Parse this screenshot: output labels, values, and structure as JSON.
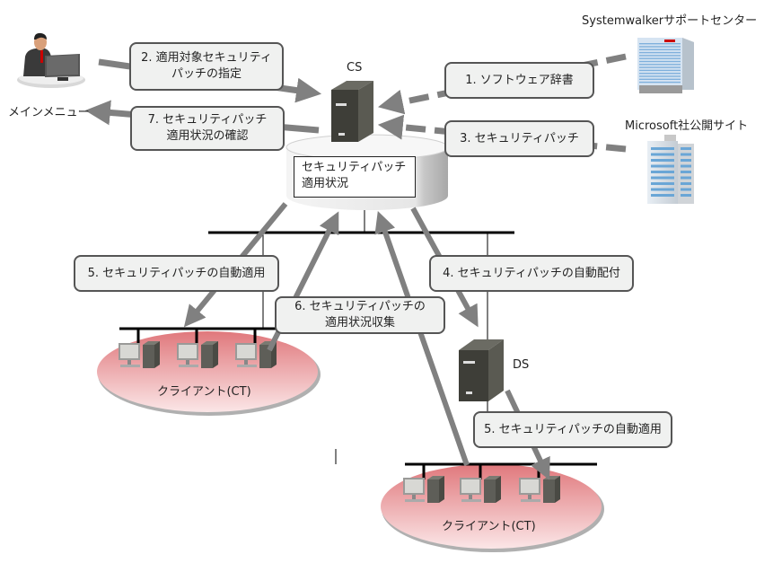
{
  "nodes": {
    "main_menu": {
      "label": "メインメニュー"
    },
    "cs": {
      "label": "CS",
      "database_label_line1": "セキュリティパッチ",
      "database_label_line2": "適用状況"
    },
    "ds": {
      "label": "DS"
    },
    "support_center": {
      "label": "Systemwalkerサポートセンター"
    },
    "microsoft_site": {
      "label": "Microsoft社公開サイト"
    },
    "client_group_1": {
      "label": "クライアント(CT)"
    },
    "client_group_2": {
      "label": "クライアント(CT)"
    }
  },
  "steps": [
    {
      "id": "step1",
      "line1": "1. ソフトウェア辞書"
    },
    {
      "id": "step2",
      "line1": "2. 適用対象セキュリティ",
      "line2": "パッチの指定"
    },
    {
      "id": "step3",
      "line1": "3. セキュリティパッチ"
    },
    {
      "id": "step4",
      "line1": "4. セキュリティパッチの自動配付"
    },
    {
      "id": "step5a",
      "line1": "5. セキュリティパッチの自動適用"
    },
    {
      "id": "step5b",
      "line1": "5. セキュリティパッチの自動適用"
    },
    {
      "id": "step6",
      "line1": "6. セキュリティパッチの",
      "line2": "適用状況収集"
    },
    {
      "id": "step7",
      "line1": "7. セキュリティパッチ",
      "line2": "適用状況の確認"
    }
  ],
  "colors": {
    "arrow": "#808080",
    "label_fill": "#f0f1f0",
    "label_border": "#555555",
    "network_line": "#000000",
    "client_zone": "#e8888c",
    "server": "#4a4a44"
  }
}
